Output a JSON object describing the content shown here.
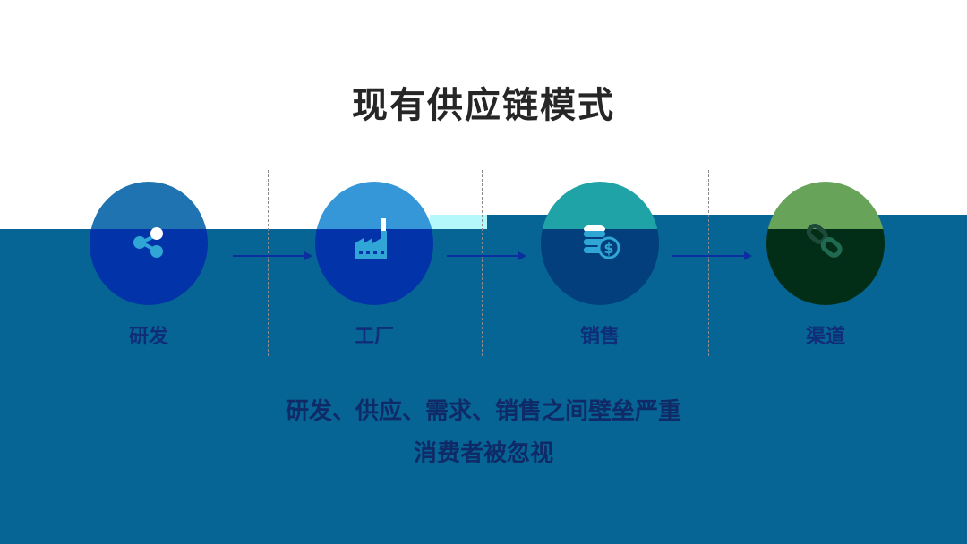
{
  "title": "现有供应链模式",
  "steps": [
    {
      "label": "研发",
      "icon": "share-icon",
      "top_color": "#1e73b0",
      "bottom_color": "#0333a8"
    },
    {
      "label": "工厂",
      "icon": "factory-icon",
      "top_color": "#3597d8",
      "bottom_color": "#0333a8"
    },
    {
      "label": "销售",
      "icon": "coins-dollar-icon",
      "top_color": "#20a3a6",
      "bottom_color": "#023f7c"
    },
    {
      "label": "渠道",
      "icon": "chain-link-icon",
      "top_color": "#67a45a",
      "bottom_color": "#022e17"
    }
  ],
  "description": {
    "line1": "研发、供应、需求、销售之间壁垒严重",
    "line2": "消费者被忽视"
  },
  "colors": {
    "band": "#066595",
    "arrow": "#0b2f9e",
    "divider": "#8a8a8a"
  }
}
